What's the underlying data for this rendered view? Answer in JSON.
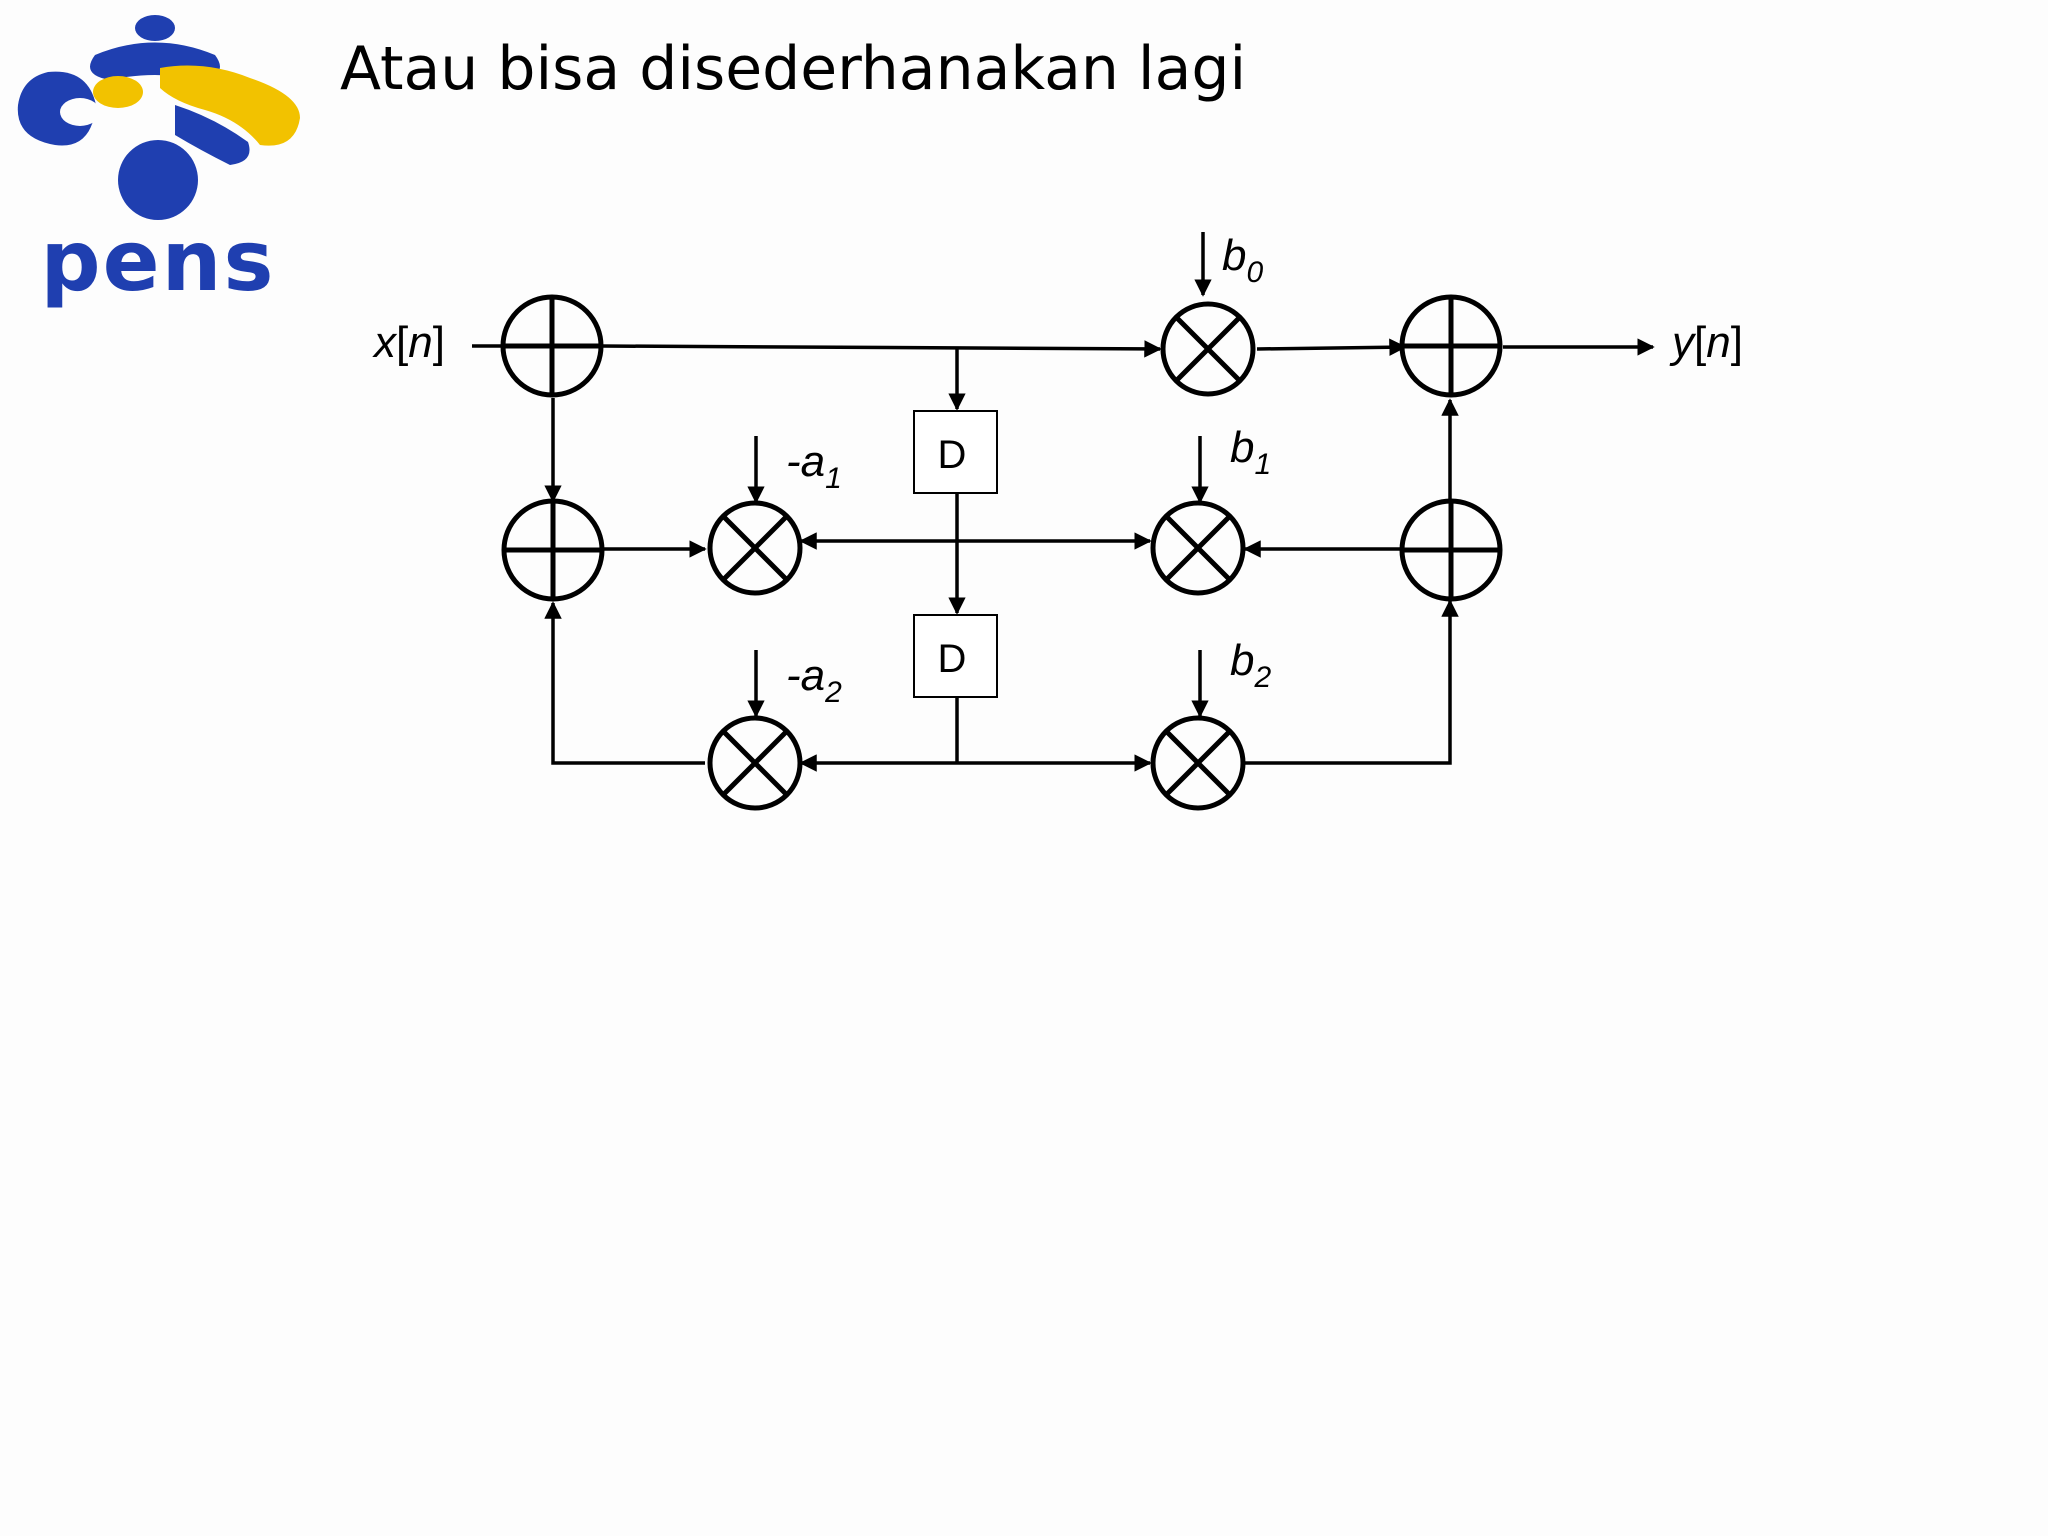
{
  "slide": {
    "title": "Atau bisa disederhanakan lagi"
  },
  "logo": {
    "wordmark": "pens",
    "colors": {
      "blue": "#1f3fb0",
      "yellow": "#f2c200"
    }
  },
  "diagram": {
    "input_label": {
      "base": "x",
      "open": "[",
      "index": "n",
      "close": "]"
    },
    "output_label": {
      "base": "y",
      "open": "[",
      "index": "n",
      "close": "]"
    },
    "delay_labels": [
      "D",
      "D"
    ],
    "coefficients": {
      "b0": {
        "base": "b",
        "sub": "0"
      },
      "b1": {
        "base": "b",
        "sub": "1"
      },
      "b2": {
        "base": "b",
        "sub": "2"
      },
      "a1": {
        "base": "-a",
        "sub": "1"
      },
      "a2": {
        "base": "-a",
        "sub": "2"
      }
    },
    "line_color": "#000000"
  }
}
